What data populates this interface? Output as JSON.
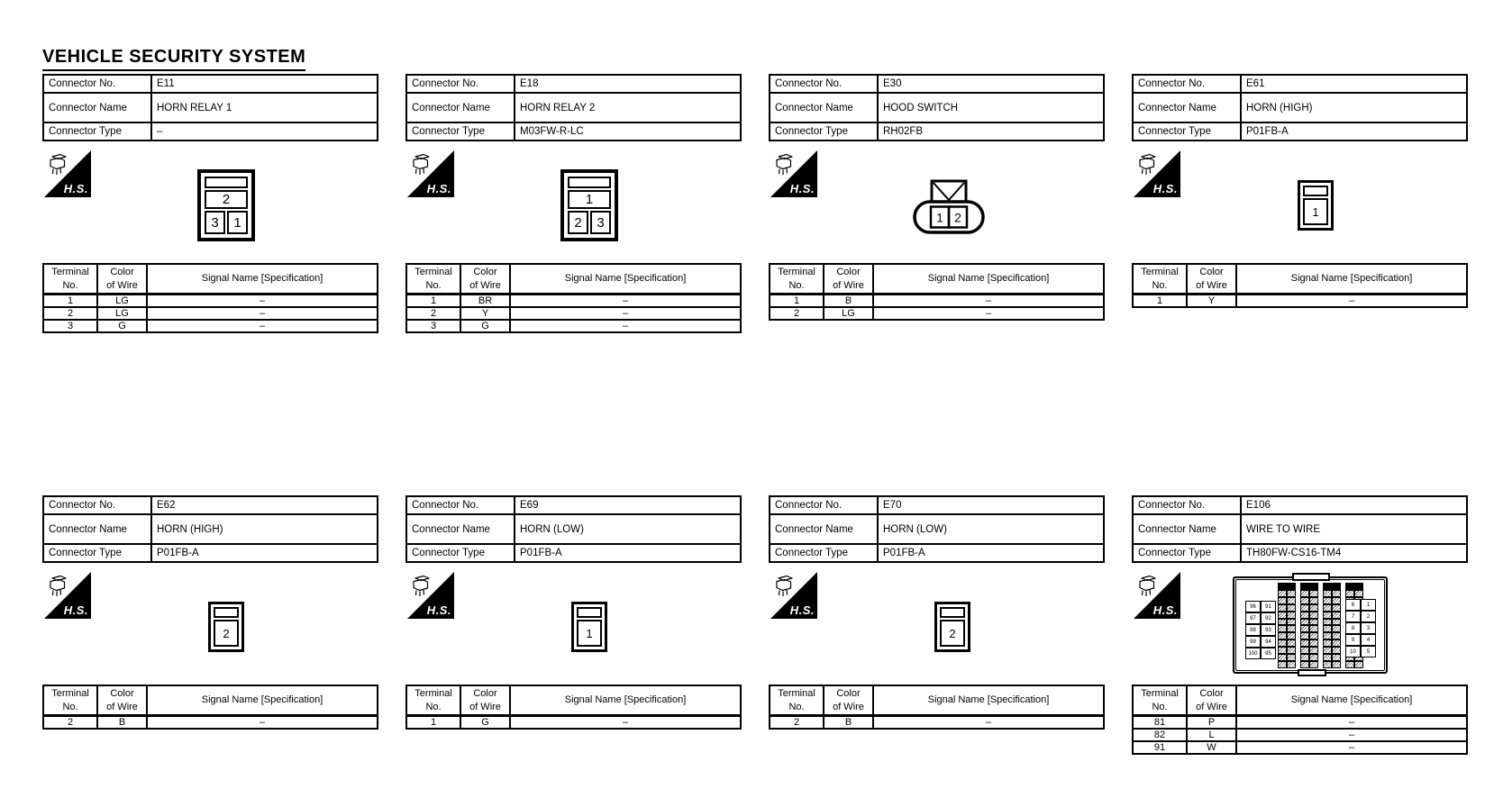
{
  "title": "VEHICLE SECURITY SYSTEM",
  "colors": {
    "ink": "#000000",
    "paper": "#ffffff"
  },
  "labels": {
    "connector_no": "Connector No.",
    "connector_name": "Connector Name",
    "connector_type": "Connector Type",
    "terminal_no": [
      "Terminal",
      "No."
    ],
    "color_of_wire": [
      "Color",
      "of Wire"
    ],
    "signal_name": "Signal Name [Specification]",
    "hs": "H.S."
  },
  "connectors": [
    {
      "no": "E11",
      "name": "HORN RELAY 1",
      "type": "–",
      "drawing": {
        "kind": "relay",
        "top_pin": "2",
        "bottom_pins": [
          "3",
          "1"
        ]
      },
      "terminals": [
        {
          "no": "1",
          "color": "LG",
          "signal": "–"
        },
        {
          "no": "2",
          "color": "LG",
          "signal": "–"
        },
        {
          "no": "3",
          "color": "G",
          "signal": "–"
        }
      ]
    },
    {
      "no": "E18",
      "name": "HORN RELAY 2",
      "type": "M03FW-R-LC",
      "drawing": {
        "kind": "relay",
        "top_pin": "1",
        "bottom_pins": [
          "2",
          "3"
        ]
      },
      "terminals": [
        {
          "no": "1",
          "color": "BR",
          "signal": "–"
        },
        {
          "no": "2",
          "color": "Y",
          "signal": "–"
        },
        {
          "no": "3",
          "color": "G",
          "signal": "–"
        }
      ]
    },
    {
      "no": "E30",
      "name": "HOOD SWITCH",
      "type": "RH02FB",
      "drawing": {
        "kind": "oval",
        "pins": [
          "1",
          "2"
        ]
      },
      "terminals": [
        {
          "no": "1",
          "color": "B",
          "signal": "–"
        },
        {
          "no": "2",
          "color": "LG",
          "signal": "–"
        }
      ]
    },
    {
      "no": "E61",
      "name": "HORN (HIGH)",
      "type": "P01FB-A",
      "drawing": {
        "kind": "single",
        "pin": "1"
      },
      "terminals": [
        {
          "no": "1",
          "color": "Y",
          "signal": "–"
        }
      ]
    },
    {
      "no": "E62",
      "name": "HORN (HIGH)",
      "type": "P01FB-A",
      "drawing": {
        "kind": "single",
        "pin": "2"
      },
      "terminals": [
        {
          "no": "2",
          "color": "B",
          "signal": "–"
        }
      ]
    },
    {
      "no": "E69",
      "name": "HORN (LOW)",
      "type": "P01FB-A",
      "drawing": {
        "kind": "single",
        "pin": "1"
      },
      "terminals": [
        {
          "no": "1",
          "color": "G",
          "signal": "–"
        }
      ]
    },
    {
      "no": "E70",
      "name": "HORN (LOW)",
      "type": "P01FB-A",
      "drawing": {
        "kind": "single",
        "pin": "2"
      },
      "terminals": [
        {
          "no": "2",
          "color": "B",
          "signal": "–"
        }
      ]
    },
    {
      "no": "E106",
      "name": "WIRE TO WIRE",
      "type": "TH80FW-CS16-TM4",
      "drawing": {
        "kind": "multi",
        "left_pins": [
          [
            "96",
            "91"
          ],
          [
            "97",
            "92"
          ],
          [
            "98",
            "93"
          ],
          [
            "99",
            "94"
          ],
          [
            "100",
            "95"
          ]
        ],
        "right_pins": [
          [
            "6",
            "1"
          ],
          [
            "7",
            "2"
          ],
          [
            "8",
            "3"
          ],
          [
            "9",
            "4"
          ],
          [
            "10",
            "5"
          ]
        ],
        "dense_columns": 4
      },
      "terminals": [
        {
          "no": "81",
          "color": "P",
          "signal": "–"
        },
        {
          "no": "82",
          "color": "L",
          "signal": "–"
        },
        {
          "no": "91",
          "color": "W",
          "signal": "–"
        }
      ]
    }
  ]
}
